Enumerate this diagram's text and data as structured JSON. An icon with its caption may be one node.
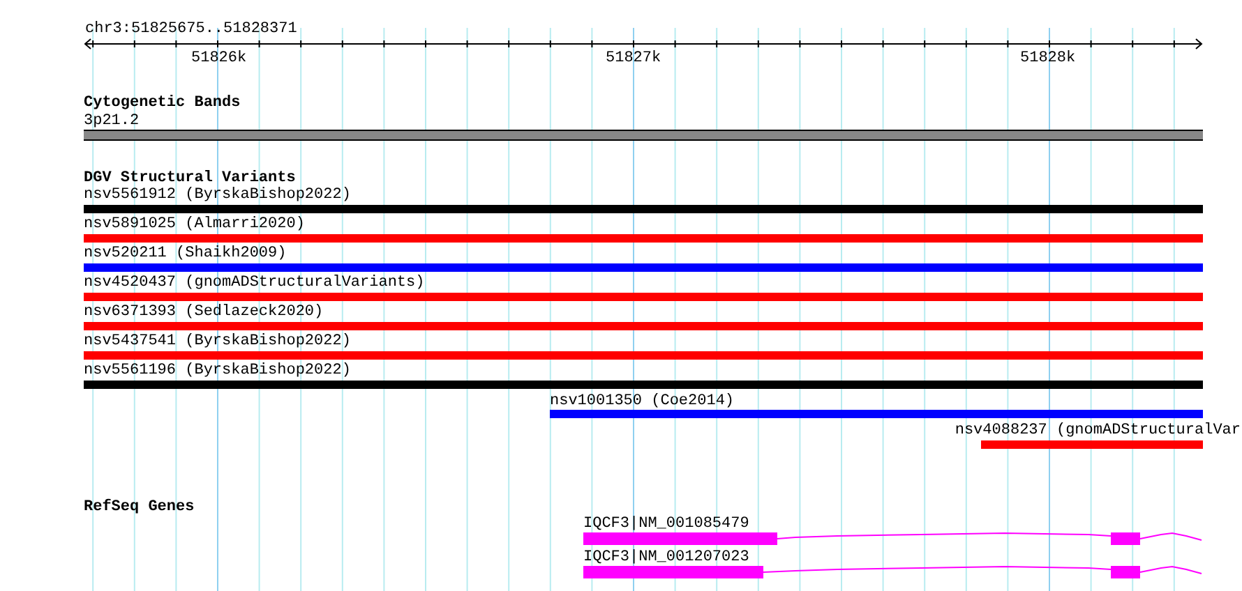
{
  "diagram": {
    "nodes": [
      {
        "text": [
          "3p21.2"
        ]
      },
      {
        "text": [
          "nsv5561912 (ByrskaBishop2022)"
        ]
      },
      {
        "text": [
          "nsv5891025 (Almarri2020)"
        ]
      },
      {
        "text": [
          "nsv520211 (Shaikh2009)"
        ]
      },
      {
        "text": [
          "nsv4520437 (gnomADStructuralVariants)"
        ]
      },
      {
        "text": [
          "nsv6371393 (Sedlazeck2020)"
        ]
      },
      {
        "text": [
          "nsv5437541 (ByrskaBishop2022)"
        ]
      },
      {
        "text": [
          "nsv5561196 (ByrskaBishop2022)"
        ]
      },
      {
        "text": [
          "nsv1001350 (Coe2014)"
        ]
      },
      {
        "text": [
          "nsv4088237 (gnomADStructuralVar"
        ]
      },
      {
        "text": [
          "IQCF3|NM_001085479"
        ]
      },
      {
        "text": [
          "IQCF3|NM_001207023"
        ]
      }
    ],
    "edges": [],
    "labels": [
      "chr3:51825675..51828371",
      "51826k",
      "51827k",
      "51828k",
      "Cytogenetic Bands",
      "DGV Structural Variants",
      "RefSeq Genes"
    ]
  }
}
